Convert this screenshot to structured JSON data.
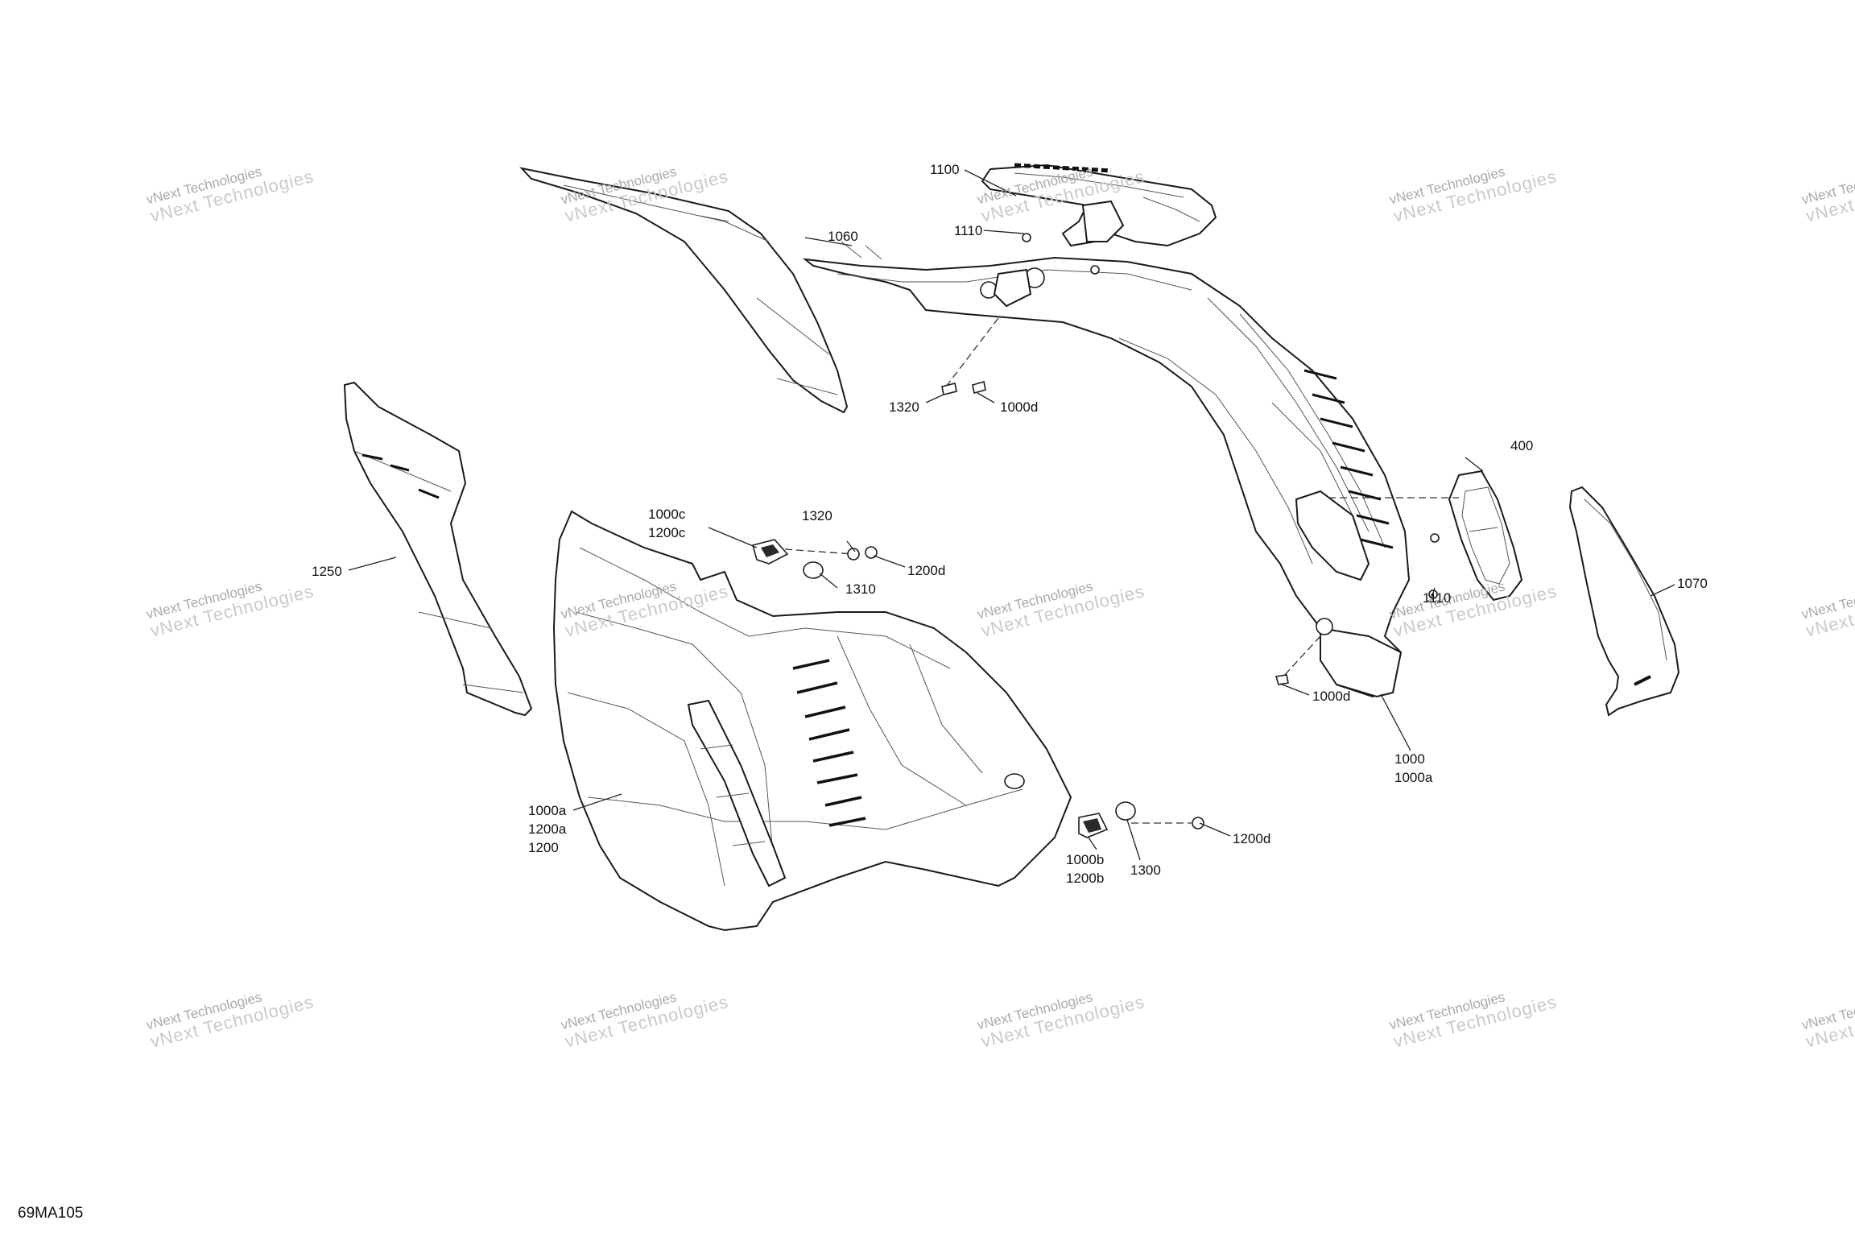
{
  "diagram": {
    "code": "69MA105",
    "watermark": {
      "line1": "vNext Technologies",
      "line2": "vNext Technologies"
    },
    "callouts": {
      "c1100": [
        "1100"
      ],
      "c1110a": [
        "1110"
      ],
      "c1060": [
        "1060"
      ],
      "c1320a": [
        "1320"
      ],
      "c1000d_a": [
        "1000d"
      ],
      "c400": [
        "400"
      ],
      "c1000c": [
        "1000c",
        "1200c"
      ],
      "c1320b": [
        "1320"
      ],
      "c1200d_a": [
        "1200d"
      ],
      "c1310": [
        "1310"
      ],
      "c1250": [
        "1250"
      ],
      "c1070": [
        "1070"
      ],
      "c1110b": [
        "1110"
      ],
      "c1000d_b": [
        "1000d"
      ],
      "c1000": [
        "1000",
        "1000a"
      ],
      "c1000a": [
        "1000a",
        "1200a",
        "1200"
      ],
      "c1200d_b": [
        "1200d"
      ],
      "c1000b": [
        "1000b",
        "1200b"
      ],
      "c1300": [
        "1300"
      ]
    }
  }
}
